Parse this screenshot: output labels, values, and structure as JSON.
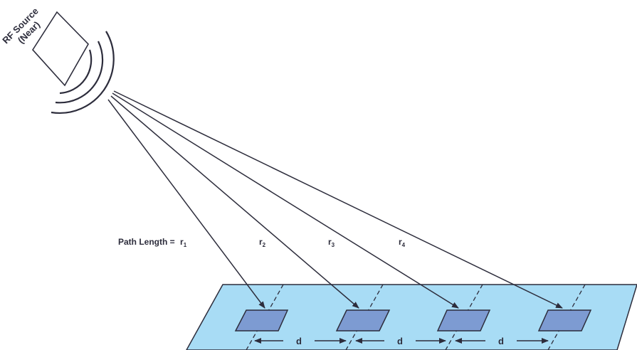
{
  "source": {
    "label_line1": "RF Source",
    "label_line2": "(Near)"
  },
  "paths": {
    "prefix": "Path Length =",
    "items": [
      {
        "base": "r",
        "sub": "1"
      },
      {
        "base": "r",
        "sub": "2"
      },
      {
        "base": "r",
        "sub": "3"
      },
      {
        "base": "r",
        "sub": "4"
      }
    ]
  },
  "spacing": {
    "label": "d",
    "count": 3
  },
  "colors": {
    "line": "#2d2d3c",
    "plane_fill": "#a8dcf5",
    "plane_stroke": "#2d2d3c",
    "element_fill": "#7d9bd2",
    "element_stroke": "#2d2d3c"
  }
}
